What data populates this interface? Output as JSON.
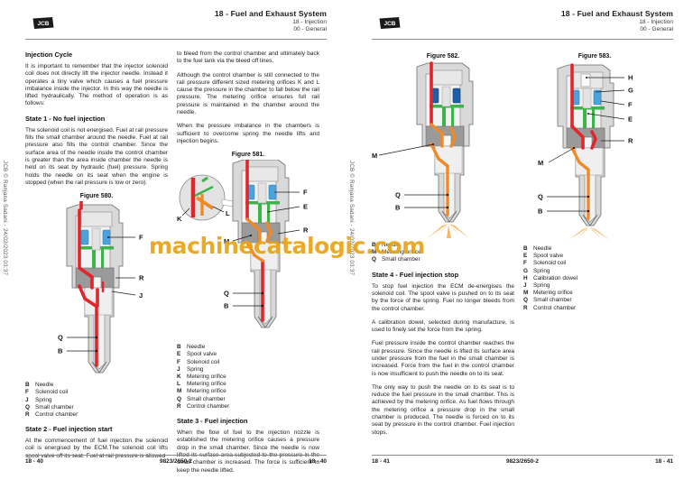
{
  "watermark": "machinecatalogic.com",
  "side_stamp": "JCB © Ranjana Sadani - 24/02/2023 03:37",
  "colors": {
    "fuel_red": "#e2252a",
    "fuel_orange": "#f08a28",
    "coil_blue": "#4aa3dc",
    "spring_green": "#3bb54a",
    "body_gray": "#d9d9d9",
    "dark_gray": "#9a9a9a",
    "watermark": "#e8a317"
  },
  "left_page": {
    "header": {
      "title": "18 - Fuel and Exhaust System",
      "sub1": "18 - Injection",
      "sub2": "00 - General",
      "logo": "jcb-logo"
    },
    "col1": {
      "heading1": "Injection Cycle",
      "para1": "It is important to remember that the injector solenoid coil does not directly lift the injector needle. Instead it operates a tiny valve which causes a fuel pressure imbalance inside the injector. In this way the needle is lifted hydraulically. The method of operation is as follows:",
      "heading2": "State 1 - No fuel injection",
      "para2": "The solenoid coil is not energised. Fuel at rail pressure fills the small chamber around the needle. Fuel at rail pressure also fills the control chamber. Since the surface area of the needle inside the control chamber is greater than the area inside chamber the needle is held on its seat by hydraulic (fuel) pressure. Spring holds the needle on its seat when the engine is stopped (when the rail pressure is low or zero).",
      "figure_caption": "Figure 580.",
      "figure_labels": [
        "F",
        "R",
        "J",
        "Q",
        "B"
      ],
      "legend": [
        {
          "key": "B",
          "val": "Needle"
        },
        {
          "key": "F",
          "val": "Solenoid coil"
        },
        {
          "key": "J",
          "val": "Spring"
        },
        {
          "key": "Q",
          "val": "Small chamber"
        },
        {
          "key": "R",
          "val": "Control chamber"
        }
      ],
      "heading3": "State 2 - Fuel injection start",
      "para3": "At the commencement of fuel injection the solenoid coil is energised by the ECM.The solenoid coil lifts spool valve off its seat. Fuel at rail pressure is allowed"
    },
    "col2": {
      "para1": "to bleed from the control chamber and ultimately back to the fuel tank via the bleed off lines.",
      "para2": "Although the control chamber is still connected to the rail pressure different sized metering orifices K and L cause the pressure in the chamber to fall below the rail pressure. The metering orifice ensures full rail pressure is maintained in the chamber around the needle.",
      "para3": "When the pressure imbalance in the chambers is sufficient to overcome spring the needle lifts and injection begins.",
      "figure_caption": "Figure 581.",
      "figure_labels": [
        "F",
        "E",
        "R",
        "K",
        "L",
        "M",
        "Q",
        "B"
      ],
      "legend": [
        {
          "key": "B",
          "val": "Needle"
        },
        {
          "key": "E",
          "val": "Spool valve"
        },
        {
          "key": "F",
          "val": "Solenoid coil"
        },
        {
          "key": "J",
          "val": "Spring"
        },
        {
          "key": "K",
          "val": "Metering orifice"
        },
        {
          "key": "L",
          "val": "Metering orifice"
        },
        {
          "key": "M",
          "val": "Metering orifice"
        },
        {
          "key": "Q",
          "val": "Small chamber"
        },
        {
          "key": "R",
          "val": "Control chamber"
        }
      ],
      "heading1": "State 3 - Fuel injection",
      "para4": "When the flow of fuel to the injection nozzle is established the metering orifice causes a pressure drop in the small chamber. Since the needle is now lifted its surface area subjected to the pressure in the small chamber is increased. The force is sufficient to keep the needle lifted."
    },
    "footer": {
      "left": "18 - 40",
      "center": "9823/2650-2",
      "right": "18 - 40"
    }
  },
  "right_page": {
    "header": {
      "title": "18 - Fuel and Exhaust System",
      "sub1": "18 - Injection",
      "sub2": "00 - General",
      "logo": "jcb-logo"
    },
    "col1": {
      "figure_caption": "Figure 582.",
      "figure_labels": [
        "M",
        "Q",
        "B"
      ],
      "legend": [
        {
          "key": "B",
          "val": "Needle"
        },
        {
          "key": "M",
          "val": "Metering orifice"
        },
        {
          "key": "Q",
          "val": "Small chamber"
        }
      ],
      "heading1": "State 4 - Fuel injection stop",
      "para1": "To stop fuel injection the ECM de-energises the solenoid coil. The spool valve is pushed on to its seat by the force of the spring. Fuel no longer bleeds from the control chamber.",
      "para2": "A calibration dowel, selected during manufacture, is used to finely set the force from the spring.",
      "para3": "Fuel pressure inside the control chamber reaches the rail pressure. Since the needle is lifted its surface area under pressure from the fuel in the small chamber is increased. Force from the fuel in the control chamber is now insufficient to push the needle on to its seat.",
      "para4": "The only way to push the needle on to its seat is to reduce the fuel pressure in the small chamber. This is achieved by the metering orifice. As fuel flows through the metering orifice a pressure drop in the small chamber is produced. The needle is forced on to its seat by pressure in the control chamber. Fuel injection stops."
    },
    "col2": {
      "figure_caption": "Figure 583.",
      "figure_labels": [
        "H",
        "G",
        "F",
        "E",
        "R",
        "M",
        "Q",
        "B"
      ],
      "legend": [
        {
          "key": "B",
          "val": "Needle"
        },
        {
          "key": "E",
          "val": "Spool valve"
        },
        {
          "key": "F",
          "val": "Solenoid coil"
        },
        {
          "key": "G",
          "val": "Spring"
        },
        {
          "key": "H",
          "val": "Calibration dowel"
        },
        {
          "key": "J",
          "val": "Spring"
        },
        {
          "key": "M",
          "val": "Metering orifice"
        },
        {
          "key": "Q",
          "val": "Small chamber"
        },
        {
          "key": "R",
          "val": "Control chamber"
        }
      ]
    },
    "footer": {
      "left": "18 - 41",
      "center": "9823/2650-2",
      "right": "18 - 41"
    }
  }
}
